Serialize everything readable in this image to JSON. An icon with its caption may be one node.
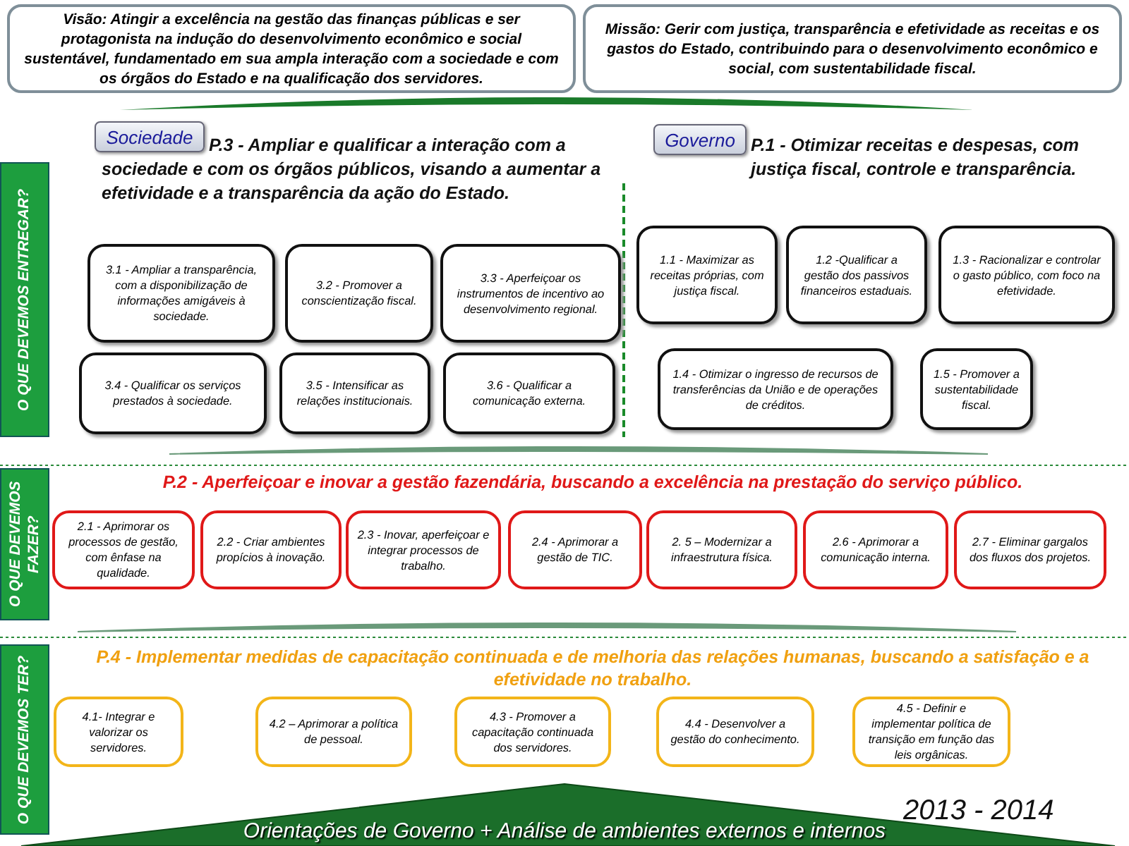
{
  "diagram": {
    "nodes": [
      {
        "text": [
          "Visão: Atingir a excelência na gestão das finanças públicas e ser protagonista na indução do desenvolvimento econômico e social sustentável, fundamentado em sua ampla interação com a sociedade e com os órgãos do Estado e na qualificação dos servidores."
        ]
      },
      {
        "text": [
          "Missão: Gerir com justiça, transparência e efetividade as receitas e os gastos do Estado, contribuindo para o desenvolvimento econômico e social, com sustentabilidade fiscal."
        ]
      },
      {
        "text": [
          "O QUE DEVEMOS ENTREGAR?"
        ]
      },
      {
        "text": [
          "Sociedade"
        ]
      },
      {
        "text": [
          "Governo"
        ]
      },
      {
        "text": [
          "3.1 - Ampliar a transparência, com a disponibilização de informações amigáveis à sociedade."
        ]
      },
      {
        "text": [
          "3.2 - Promover a conscientização fiscal."
        ]
      },
      {
        "text": [
          "3.3 - Aperfeiçoar os instrumentos de incentivo ao desenvolvimento regional."
        ]
      },
      {
        "text": [
          "3.4 - Qualificar os serviços prestados à sociedade."
        ]
      },
      {
        "text": [
          "3.5 - Intensificar as relações institucionais."
        ]
      },
      {
        "text": [
          "3.6 - Qualificar a comunicação externa."
        ]
      },
      {
        "text": [
          "1.1 - Maximizar as receitas próprias, com justiça fiscal."
        ]
      },
      {
        "text": [
          "1.2 -Qualificar a gestão dos passivos financeiros estaduais."
        ]
      },
      {
        "text": [
          "1.3 - Racionalizar e controlar o gasto público, com foco na efetividade."
        ]
      },
      {
        "text": [
          "1.4 - Otimizar o ingresso de recursos de transferências da União e de operações de créditos."
        ]
      },
      {
        "text": [
          "1.5 - Promover a sustentabilidade fiscal."
        ]
      },
      {
        "text": [
          "O QUE DEVEMOS FAZER?"
        ]
      },
      {
        "text": [
          "2.1 - Aprimorar os processos de gestão, com ênfase na qualidade."
        ]
      },
      {
        "text": [
          "2.2 - Criar ambientes propícios à inovação."
        ]
      },
      {
        "text": [
          "2.3 - Inovar, aperfeiçoar e integrar processos de trabalho."
        ]
      },
      {
        "text": [
          "2.4 - Aprimorar a gestão de TIC."
        ]
      },
      {
        "text": [
          "2. 5 – Modernizar a infraestrutura física."
        ]
      },
      {
        "text": [
          "2.6 - Aprimorar a comunicação interna."
        ]
      },
      {
        "text": [
          "2.7 - Eliminar gargalos dos fluxos dos projetos."
        ]
      },
      {
        "text": [
          "O QUE DEVEMOS TER?"
        ]
      },
      {
        "text": [
          "4.1- Integrar e valorizar os servidores."
        ]
      },
      {
        "text": [
          "4.2 – Aprimorar a política de pessoal."
        ]
      },
      {
        "text": [
          "4.3 - Promover a capacitação continuada dos servidores."
        ]
      },
      {
        "text": [
          "4.4 - Desenvolver a gestão do conhecimento."
        ]
      },
      {
        "text": [
          "4.5 - Definir e implementar política de transição em função das leis orgânicas."
        ]
      },
      {
        "text": [
          "Orientações de Governo + Análise de ambientes externos e internos"
        ]
      }
    ],
    "edges": [],
    "labels": [
      "P.3 - Ampliar e qualificar a interação com a sociedade e com os órgãos públicos, visando a aumentar a efetividade e a transparência da ação do Estado.",
      "P.1 - Otimizar receitas e despesas, com justiça fiscal, controle e transparência.",
      "P.2 - Aperfeiçoar e inovar a gestão fazendária, buscando a excelência na prestação do serviço público.",
      "P.4 - Implementar medidas de capacitação continuada e de melhoria das relações humanas, buscando a satisfação e a efetividade no trabalho.",
      "2013 - 2014"
    ]
  }
}
